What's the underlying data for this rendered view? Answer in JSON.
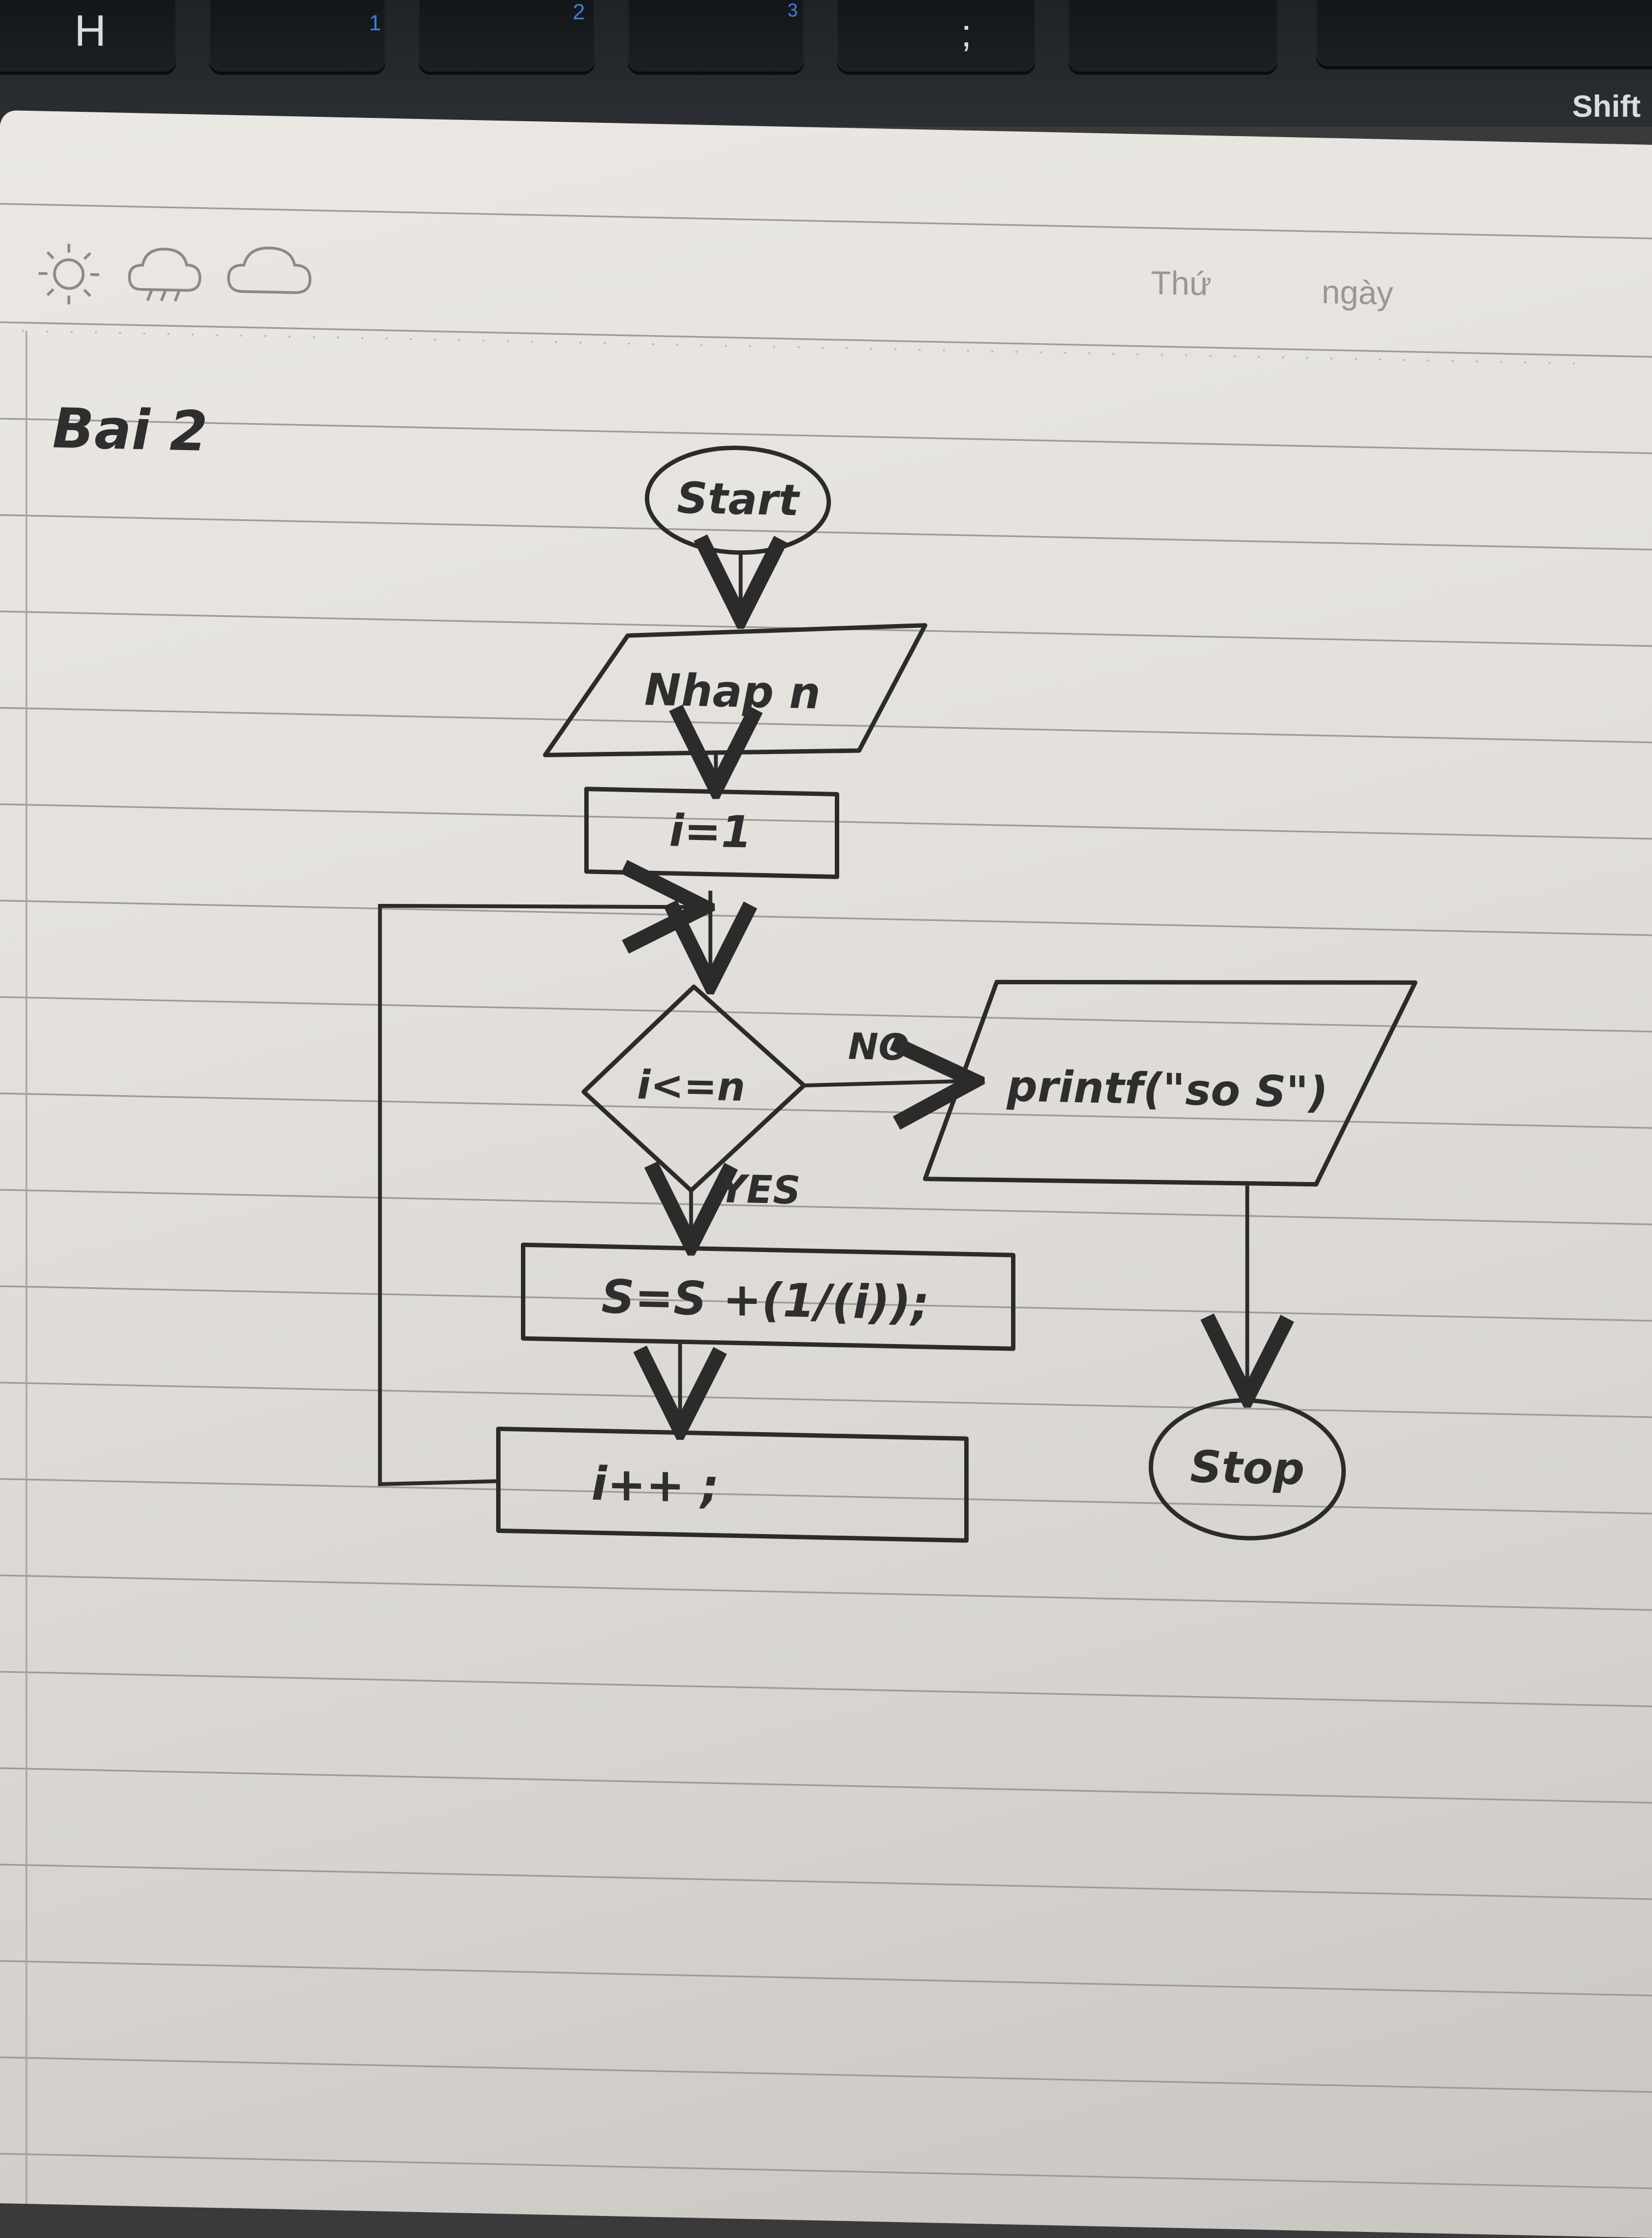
{
  "keyboard": {
    "keys": [
      {
        "legend": "H",
        "sub": ""
      },
      {
        "legend": "",
        "sub": "1"
      },
      {
        "legend": "",
        "sub": "2"
      },
      {
        "legend": "",
        "sub": "3"
      },
      {
        "legend": ";",
        "sub": ""
      },
      {
        "legend": "",
        "sub": ""
      },
      {
        "legend": "Shift",
        "sub": ""
      }
    ]
  },
  "notebook_header": {
    "weather_icons": [
      "sun-icon",
      "rain-cloud-icon",
      "cloud-icon"
    ],
    "day_label": "Thứ",
    "date_label": "ngày"
  },
  "exercise_title": "Bai 2",
  "flowchart": {
    "start": "Start",
    "input": "Nhap n",
    "init": "i=1",
    "condition": "i<=n",
    "no_label": "NO",
    "yes_label": "YES",
    "output": "printf(\"so S\")",
    "accumulate": "S=S +(1/(i));",
    "increment": "i++ ;",
    "stop": "Stop"
  }
}
